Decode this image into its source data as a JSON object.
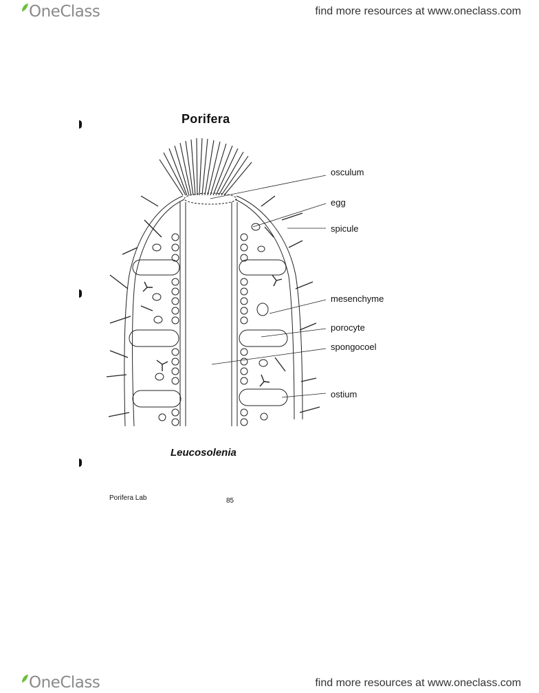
{
  "header": {
    "brand": "OneClass",
    "resources": "find more resources at www.oneclass.com"
  },
  "footer_bar": {
    "brand": "OneClass",
    "resources": "find more resources at www.oneclass.com"
  },
  "document": {
    "title": "Porifera",
    "caption": "Leucosolenia",
    "footer_left": "Porifera Lab",
    "page_number": "85"
  },
  "labels": {
    "osculum": "osculum",
    "egg": "egg",
    "spicule": "spicule",
    "mesenchyme": "mesenchyme",
    "porocyte": "porocyte",
    "spongocoel": "spongocoel",
    "ostium": "ostium"
  },
  "colors": {
    "brand_leaf": "#6abf3a",
    "brand_text": "#8a8a8a"
  }
}
